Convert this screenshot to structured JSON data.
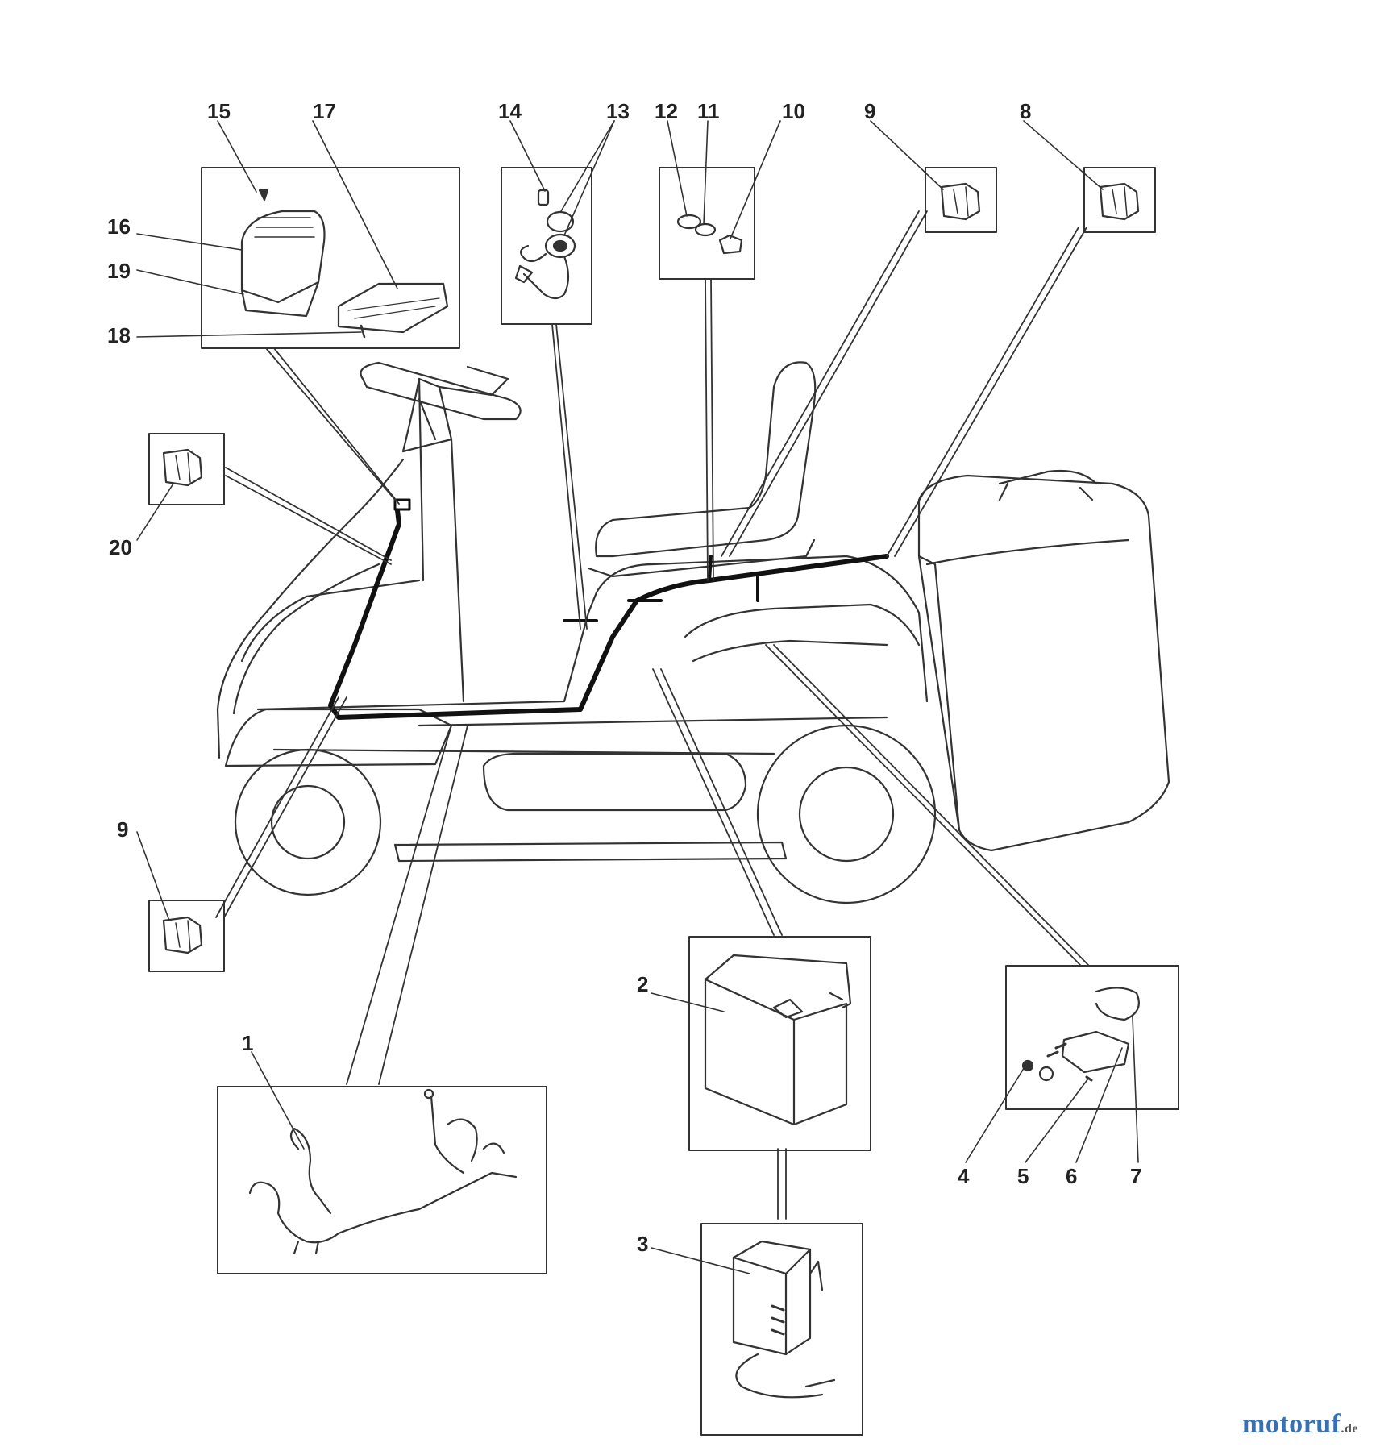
{
  "callouts": {
    "c1": "1",
    "c2": "2",
    "c3": "3",
    "c4": "4",
    "c5": "5",
    "c6": "6",
    "c7": "7",
    "c8": "8",
    "c9a": "9",
    "c9b": "9",
    "c10": "10",
    "c11": "11",
    "c12": "12",
    "c13": "13",
    "c14": "14",
    "c15": "15",
    "c16": "16",
    "c17": "17",
    "c18": "18",
    "c19": "19",
    "c20": "20"
  },
  "brand": {
    "logo_text": "motoruf",
    "suffix": ".de"
  }
}
